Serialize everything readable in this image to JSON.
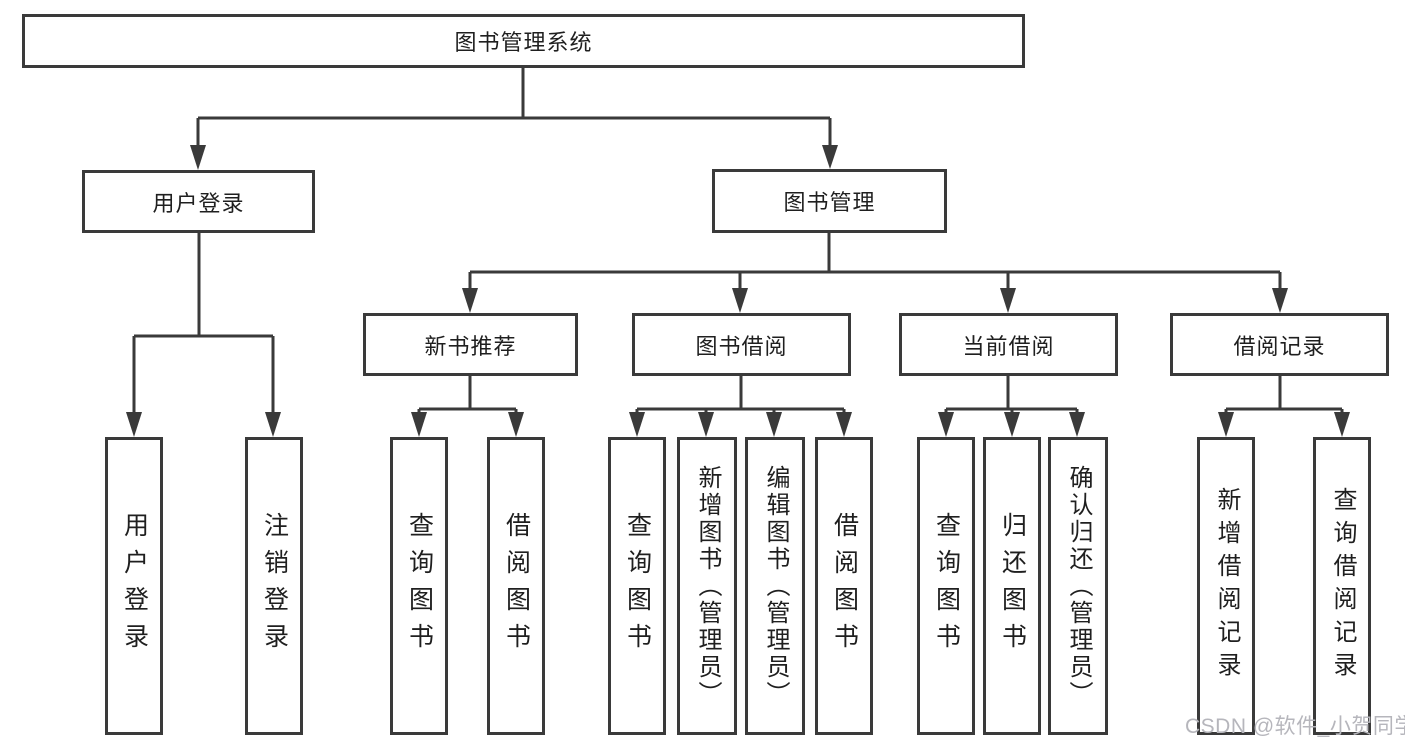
{
  "diagram": {
    "root": "图书管理系统",
    "branches": {
      "user_login": "用户登录",
      "book_mgmt": "图书管理"
    },
    "user_login_children": {
      "login": "用户登录",
      "logout": "注销登录"
    },
    "book_mgmt_children": {
      "new_book": "新书推荐",
      "book_borrow": "图书借阅",
      "current_borrow": "当前借阅",
      "borrow_record": "借阅记录"
    },
    "new_book_children": {
      "query": "查询图书",
      "borrow": "借阅图书"
    },
    "book_borrow_children": {
      "query": "查询图书",
      "add": "新增图书（管理员）",
      "edit": "编辑图书（管理员）",
      "borrow": "借阅图书"
    },
    "current_borrow_children": {
      "query": "查询图书",
      "return": "归还图书",
      "confirm": "确认归还（管理员）"
    },
    "borrow_record_children": {
      "add": "新增借阅记录",
      "query": "查询借阅记录"
    }
  },
  "watermark": "CSDN @软件_小贺同学",
  "colors": {
    "line": "#3a3a3a",
    "text": "#1f1f1f",
    "watermark": "#b6b6bc"
  }
}
